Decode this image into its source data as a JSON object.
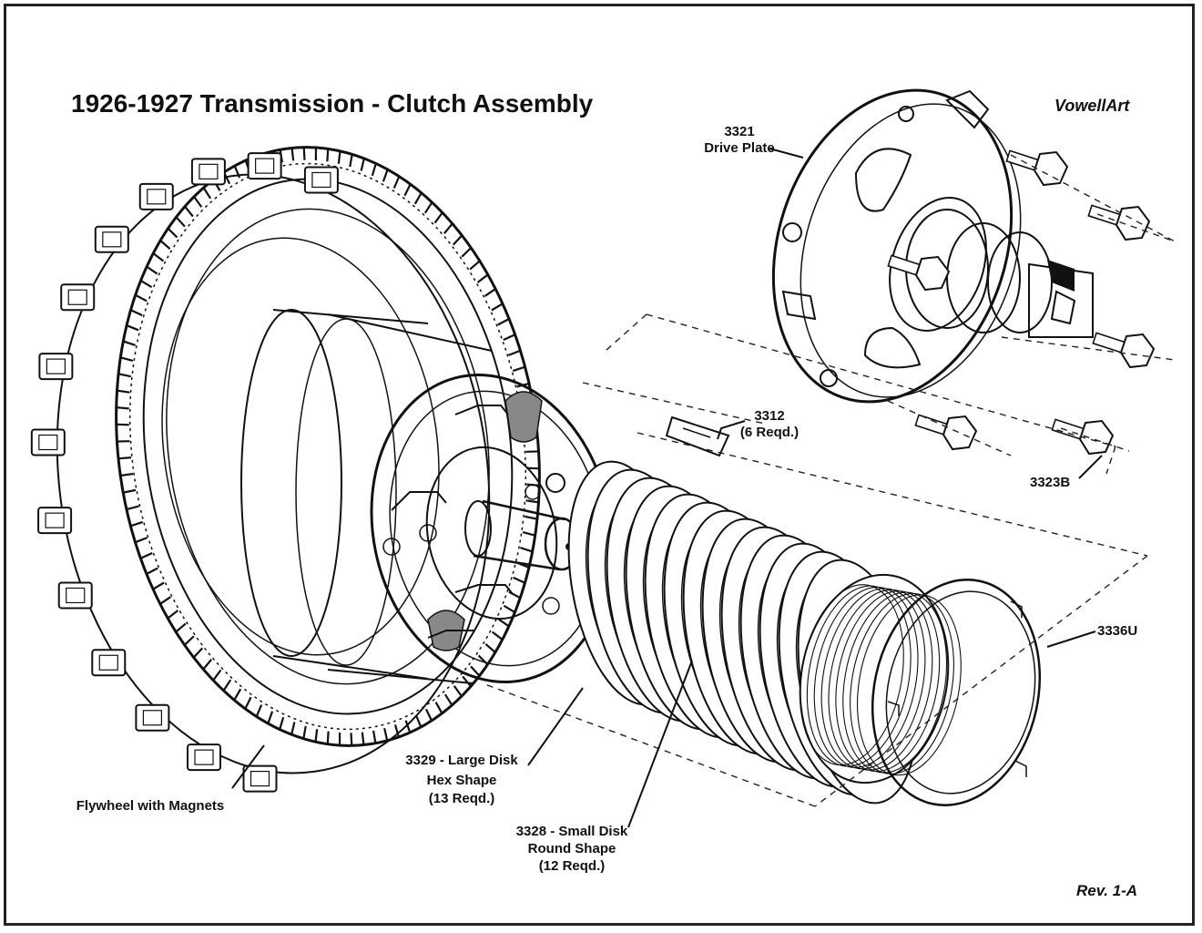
{
  "title": "1926-1927 Transmission - Clutch Assembly",
  "brand": "VowellArt",
  "revision": "Rev. 1-A",
  "labels": {
    "drive_plate_number": "3321",
    "drive_plate_name": "Drive Plate",
    "clip_number": "3312",
    "clip_qty": "(6 Reqd.)",
    "bolt_number": "3323B",
    "ring_number": "3336U",
    "large_disk_line1": "3329 - Large Disk",
    "large_disk_line2": "Hex Shape",
    "large_disk_line3": "(13 Reqd.)",
    "small_disk_line1": "3328 - Small Disk",
    "small_disk_line2": "Round Shape",
    "small_disk_line3": "(12 Reqd.)",
    "flywheel": "Flywheel with Magnets"
  }
}
